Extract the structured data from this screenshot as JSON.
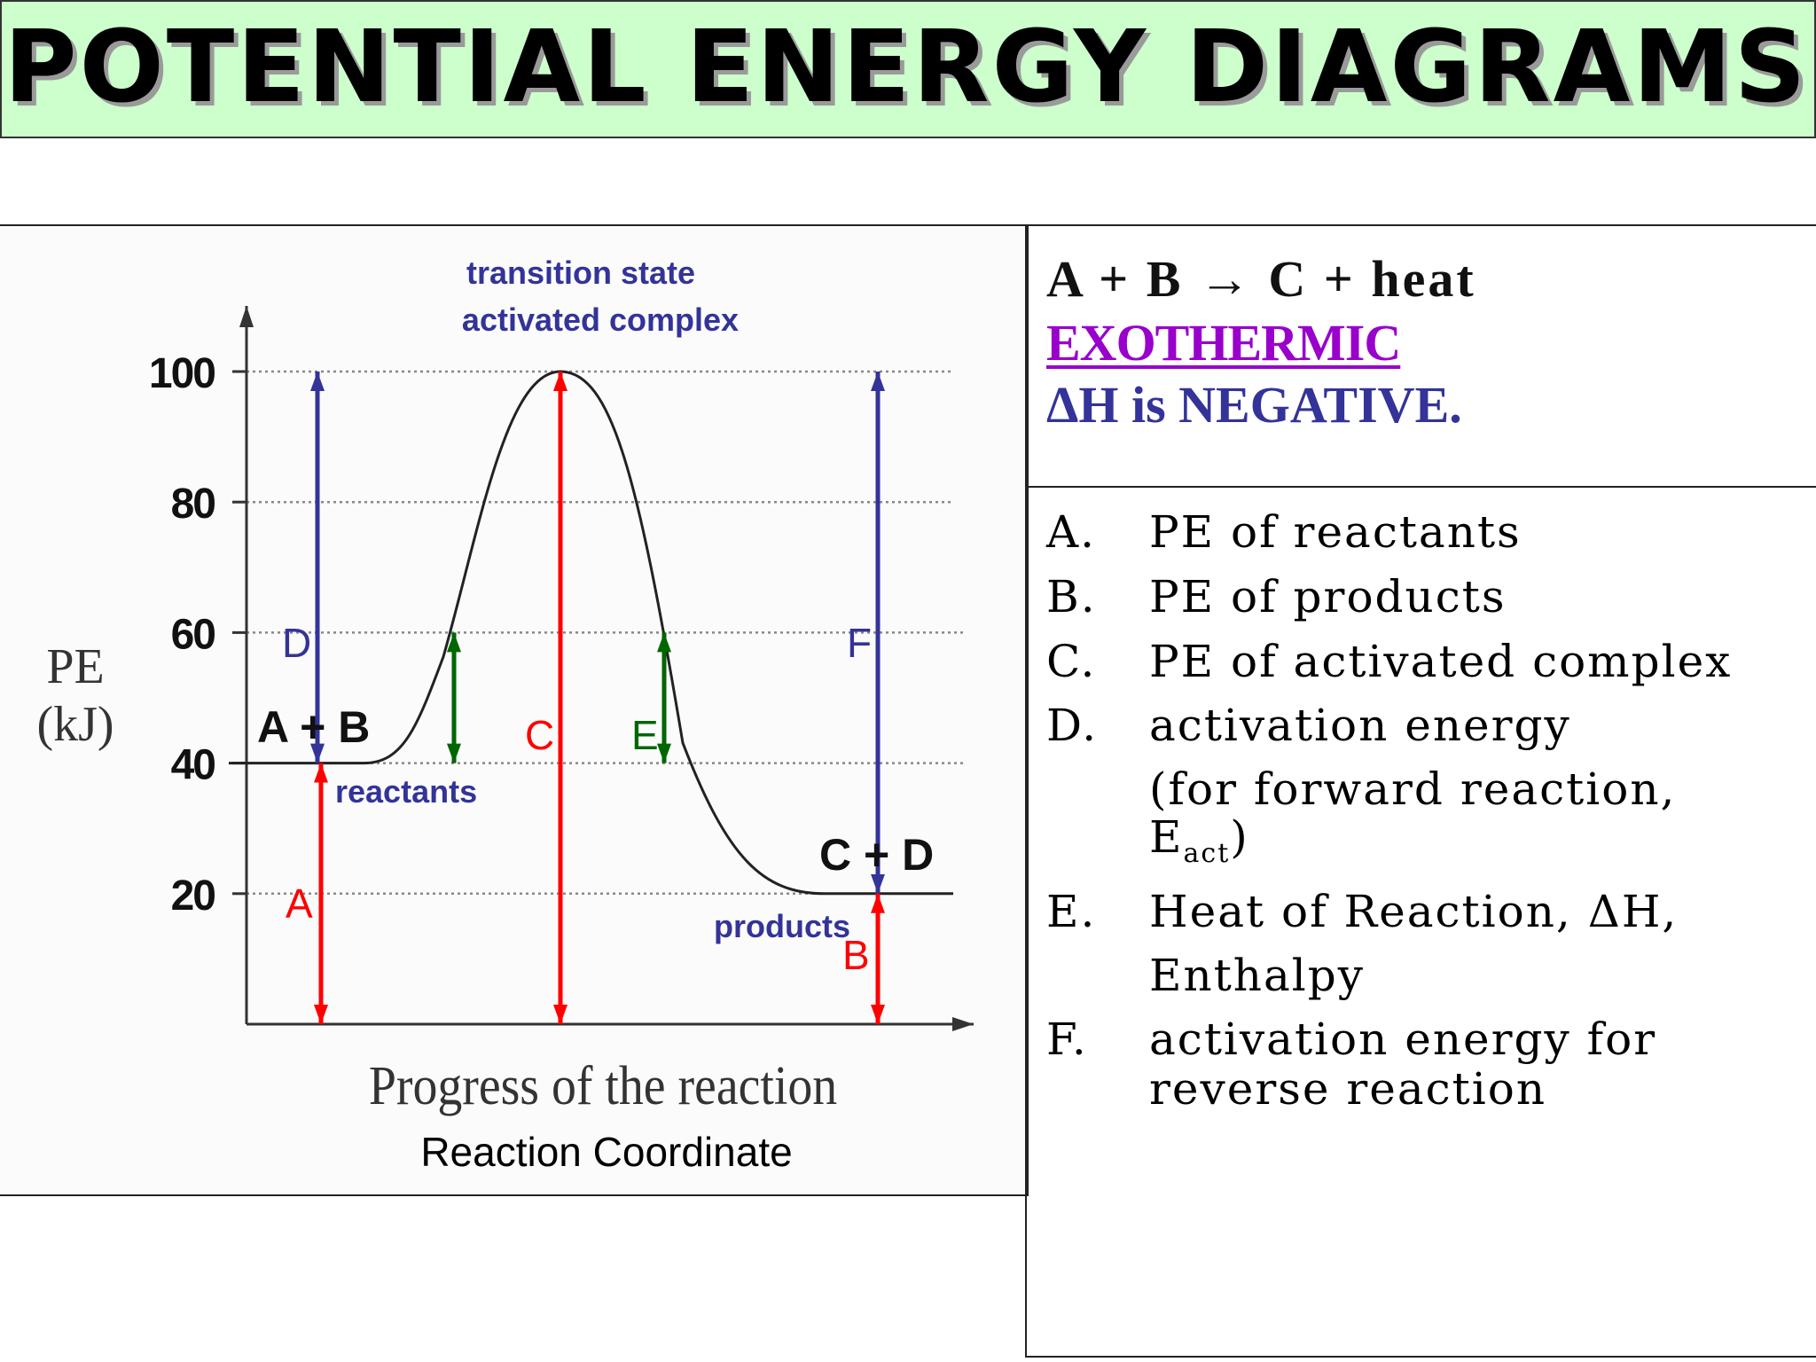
{
  "title": "POTENTIAL ENERGY DIAGRAMS",
  "equation": {
    "reaction": "A + B → C + heat",
    "type": "EXOTHERMIC",
    "delta_h": "ΔH is  NEGATIVE."
  },
  "definitions": [
    {
      "key": "A.",
      "lines": [
        "PE of reactants"
      ]
    },
    {
      "key": "B.",
      "lines": [
        "PE of products"
      ]
    },
    {
      "key": "C.",
      "lines": [
        "PE of activated complex"
      ]
    },
    {
      "key": "D.",
      "lines": [
        "activation energy",
        "(for forward reaction,"
      ],
      "tail_main": "E",
      "tail_sub": "act",
      "tail_end": ")"
    },
    {
      "key": "E.",
      "lines": [
        "Heat of Reaction, ΔH,",
        "Enthalpy"
      ]
    },
    {
      "key": "F.",
      "lines": [
        "activation energy for",
        "reverse reaction"
      ]
    }
  ],
  "diagram": {
    "y_axis_label": [
      "PE",
      "(kJ)"
    ],
    "x_axis_label": "Progress of the reaction",
    "caption": "Reaction Coordinate",
    "y_ticks": [
      20,
      40,
      60,
      80,
      100
    ],
    "ylim": [
      0,
      100
    ],
    "reactants_energy": 40,
    "products_energy": 20,
    "transition_energy": 100,
    "annotations": {
      "transition_state": "transition state",
      "activated_complex": "activated complex",
      "reactants_formula": "A + B",
      "reactants": "reactants",
      "products_formula": "C + D",
      "products": "products"
    },
    "arrows": [
      {
        "label": "A",
        "from": 0,
        "to": 40,
        "color": "#ff0000"
      },
      {
        "label": "D",
        "from": 40,
        "to": 100,
        "color": "#333399"
      },
      {
        "label": "C",
        "from": 0,
        "to": 100,
        "color": "#ff0000"
      },
      {
        "label": "E",
        "from": 40,
        "to": 60,
        "color": "#006600"
      },
      {
        "label": "E",
        "from": 40,
        "to": 60,
        "color": "#006600"
      },
      {
        "label": "F",
        "from": 20,
        "to": 100,
        "color": "#333399"
      },
      {
        "label": "B",
        "from": 0,
        "to": 20,
        "color": "#ff0000"
      }
    ],
    "colors": {
      "red": "#ff0000",
      "blue": "#333399",
      "green": "#006600",
      "purple": "#9900cc",
      "banner": "#ccffcc"
    }
  }
}
